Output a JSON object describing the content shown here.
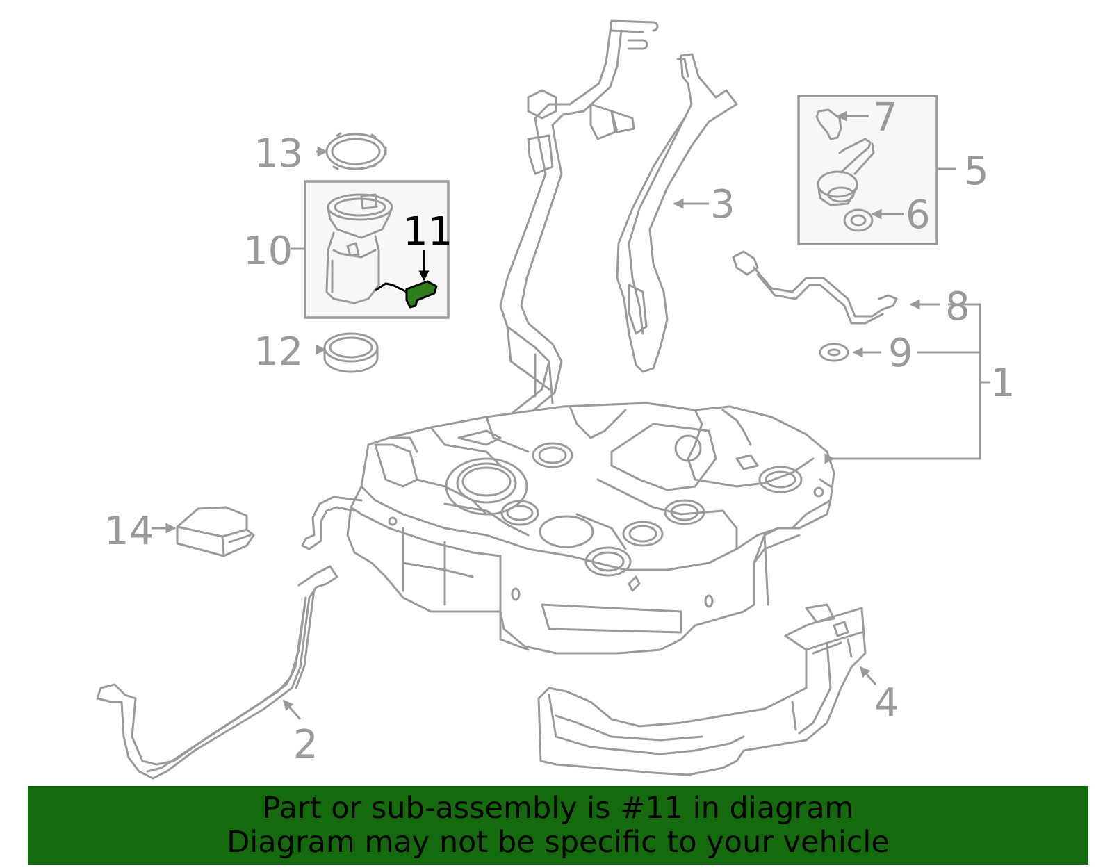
{
  "callouts": {
    "c1": "1",
    "c2": "2",
    "c3": "3",
    "c4": "4",
    "c5": "5",
    "c6": "6",
    "c7": "7",
    "c8": "8",
    "c9": "9",
    "c10": "10",
    "c11": "11",
    "c12": "12",
    "c13": "13",
    "c14": "14"
  },
  "highlighted_part": "11",
  "highlight_color": "#2e7d1a",
  "banner": {
    "line1": "Part or sub-assembly is #11 in diagram",
    "line2": "Diagram may not be specific to your vehicle",
    "background_color": "#166a0e"
  }
}
